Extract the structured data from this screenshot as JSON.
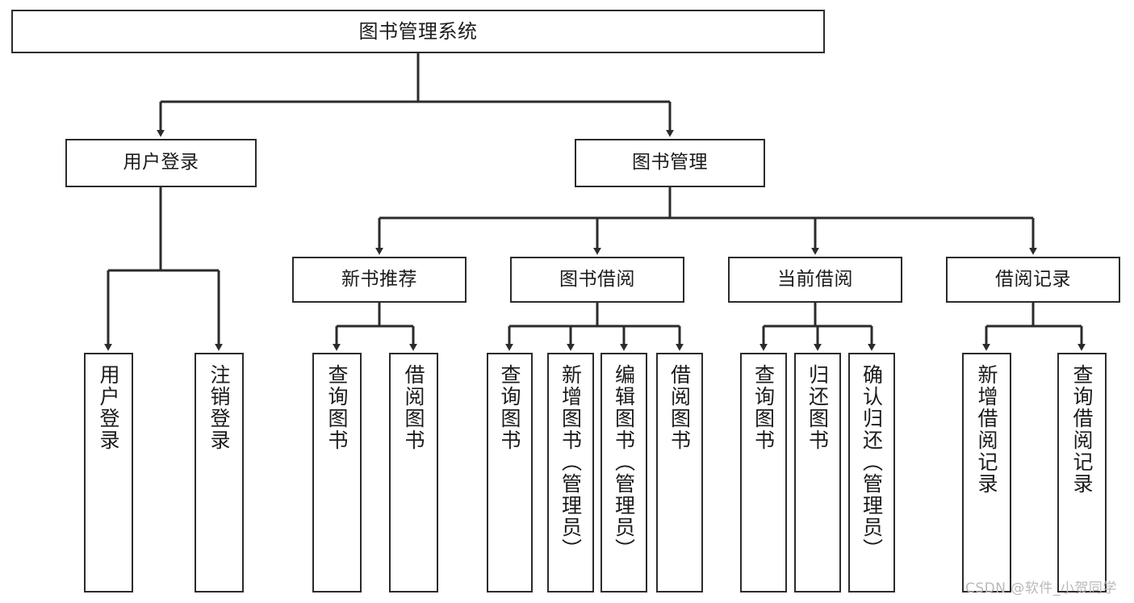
{
  "diagram": {
    "type": "tree-hierarchy",
    "title": "图书管理系统",
    "root": {
      "label": "图书管理系统"
    },
    "level2": [
      {
        "label": "用户登录"
      },
      {
        "label": "图书管理"
      }
    ],
    "level3": [
      {
        "label": "新书推荐"
      },
      {
        "label": "图书借阅"
      },
      {
        "label": "当前借阅"
      },
      {
        "label": "借阅记录"
      }
    ],
    "leaves": {
      "user_login": [
        {
          "label": "用户登录"
        },
        {
          "label": "注销登录"
        }
      ],
      "new_book_recommend": [
        {
          "label": "查询图书"
        },
        {
          "label": "借阅图书"
        }
      ],
      "book_borrow": [
        {
          "label": "查询图书"
        },
        {
          "label": "新增图书（管理员）"
        },
        {
          "label": "编辑图书（管理员）"
        },
        {
          "label": "借阅图书"
        }
      ],
      "current_borrow": [
        {
          "label": "查询图书"
        },
        {
          "label": "归还图书"
        },
        {
          "label": "确认归还（管理员）"
        }
      ],
      "borrow_record": [
        {
          "label": "新增借阅记录"
        },
        {
          "label": "查询借阅记录"
        }
      ]
    },
    "watermark": "CSDN @软件_小贺同学",
    "colors": {
      "stroke": "#2b2b2b",
      "fill": "#ffffff",
      "text": "#1b1b1b",
      "watermark": "#b9b9b9"
    }
  }
}
